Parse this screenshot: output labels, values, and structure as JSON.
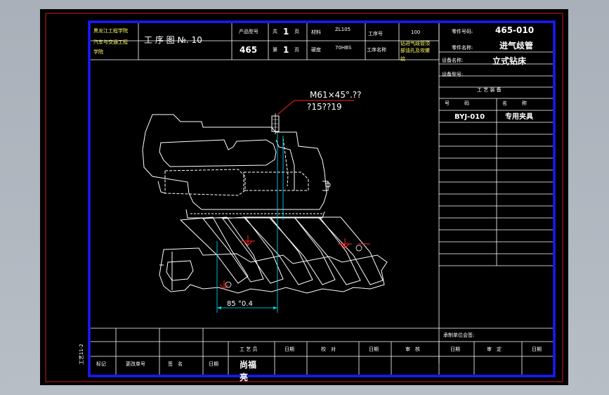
{
  "title_block": {
    "school": "黑龙江工程学院",
    "dept": "汽车与交通工程",
    "dept2": "学院",
    "drawing_title": "工 序 图 №. 10",
    "product_model_label": "产品型号",
    "product_model": "465",
    "total_label": "共",
    "total_value": "1",
    "page_unit": "页",
    "sheet_label": "第",
    "sheet_value": "1",
    "material_label": "材料",
    "material_value": "ZL105",
    "hardness_label": "硬度",
    "hardness_value": "70HBS",
    "op_no_label": "工序号",
    "op_no_value": "100",
    "op_name_label": "工序名称",
    "op_name_line1": "钻进气歧管顶",
    "op_name_line2": "部油孔及攻螺",
    "op_name_line3": "纹",
    "part_no_label": "零件号码:",
    "part_no_value": "465-010",
    "part_name_label": "零件名称:",
    "part_name_value": "进气歧管",
    "equip_name_label": "设备名称:",
    "equip_name_value": "立式钻床",
    "equip_model_label": "设备型号:",
    "tooling_header": "工 艺 装 备",
    "col_code": "号　　　码",
    "col_name": "名　　　称",
    "tool_code": "BYJ-010",
    "tool_name": "专用夹具"
  },
  "annotations": {
    "thread": "M61×45°.??",
    "depth": "?15??19",
    "dimension": "85 °0.4"
  },
  "bottom_block": {
    "side_label": "工艺11-2",
    "mark_label": "标记",
    "change_no_label": "更改单号",
    "sign_label": "签　名",
    "date_label": "日期",
    "craftsman_label": "工 艺 员",
    "craftsman_name": "尚福",
    "craftsman_name2": "亮",
    "date1_label": "日期",
    "proof_label": "校　对",
    "date2_label": "日期",
    "review_label": "审　核",
    "date3_label": "日期",
    "approve_label": "审　定",
    "date4_label": "日期",
    "signature_unit_label": "承制单位会签:"
  },
  "colors": {
    "frame": "#1a1aff",
    "line": "#ffffff",
    "center": "#00e5ff",
    "mark": "#ff2222",
    "outline": "#ff0000"
  }
}
